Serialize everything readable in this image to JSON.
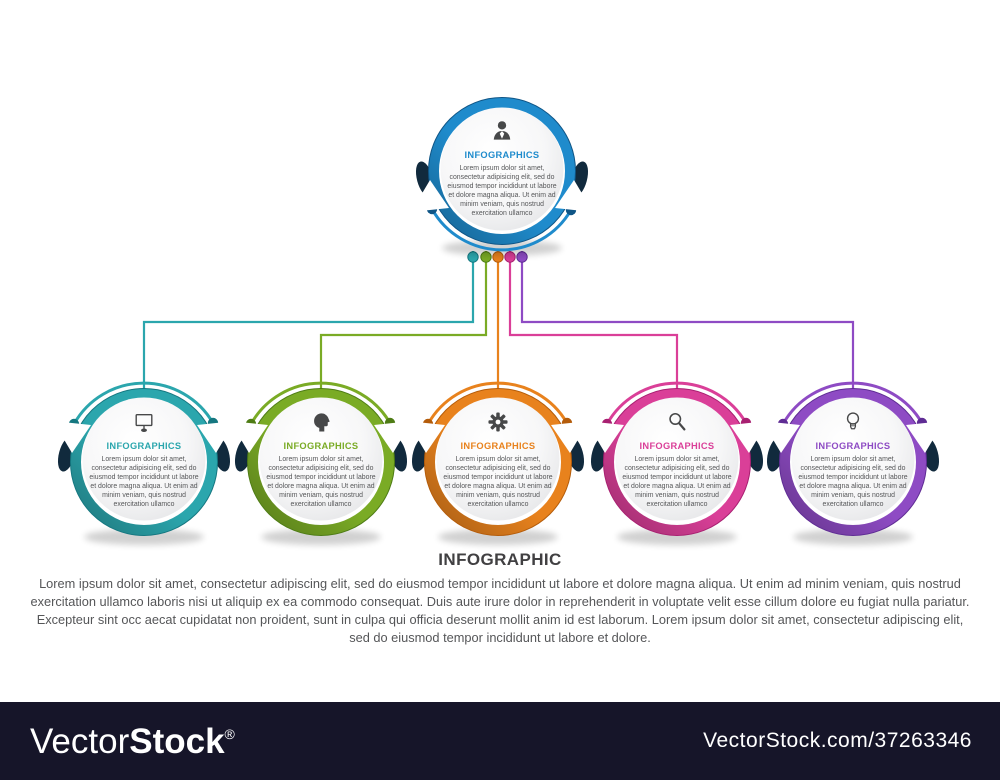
{
  "palette": {
    "ribbon": "#112a3d",
    "icon": "#474849",
    "bar_bg": "#161529",
    "body_text": "#565759",
    "footer_text": "#555658",
    "heading_text": "#414042"
  },
  "top_node": {
    "title": "INFOGRAPHICS",
    "body": "Lorem ipsum dolor sit amet, consectetur adipisicing elit, sed do eiusmod tempor incididunt ut labore et dolore magna aliqua. Ut enim ad minim veniam, quis nostrud exercitation ullamco",
    "color": "#1f8bcc",
    "color_dark": "#0f5586",
    "icon": "user-icon"
  },
  "nodes": [
    {
      "title": "INFOGRAPHICS",
      "body": "Lorem ipsum dolor sit amet, consectetur adipisicing elit, sed do eiusmod tempor incididunt ut labore et dolore magna aliqua. Ut enim ad minim veniam, quis nostrud exercitation ullamco",
      "color": "#2ba6ad",
      "color_dark": "#157780",
      "icon": "monitor-icon"
    },
    {
      "title": "INFOGRAPHICS",
      "body": "Lorem ipsum dolor sit amet, consectetur adipisicing elit, sed do eiusmod tempor incididunt ut labore et dolore magna aliqua. Ut enim ad minim veniam, quis nostrud exercitation ullamco",
      "color": "#7aab25",
      "color_dark": "#4e7c15",
      "icon": "profile-head-icon"
    },
    {
      "title": "INFOGRAPHICS",
      "body": "Lorem ipsum dolor sit amet, consectetur adipisicing elit, sed do eiusmod tempor incididunt ut labore et dolore magna aliqua. Ut enim ad minim veniam, quis nostrud exercitation ullamco",
      "color": "#e8821d",
      "color_dark": "#b45c0a",
      "icon": "gear-icon"
    },
    {
      "title": "INFOGRAPHICS",
      "body": "Lorem ipsum dolor sit amet, consectetur adipisicing elit, sed do eiusmod tempor incididunt ut labore et dolore magna aliqua. Ut enim ad minim veniam, quis nostrud exercitation ullamco",
      "color": "#da3f98",
      "color_dark": "#a82071",
      "icon": "search-icon"
    },
    {
      "title": "INFOGRAPHICS",
      "body": "Lorem ipsum dolor sit amet, consectetur adipisicing elit, sed do eiusmod tempor incididunt ut labore et dolore magna aliqua. Ut enim ad minim veniam, quis nostrud exercitation ullamco",
      "color": "#8e4bc4",
      "color_dark": "#5f2c94",
      "icon": "lightbulb-icon"
    }
  ],
  "footer": {
    "heading": "INFOGRAPHIC",
    "paragraph": "Lorem ipsum dolor sit amet, consectetur adipiscing elit, sed do eiusmod tempor incididunt ut labore et dolore magna aliqua. Ut enim ad minim veniam, quis nostrud exercitation ullamco laboris nisi ut aliquip ex ea commodo consequat. Duis aute irure dolor in reprehenderit in voluptate velit esse cillum dolore eu fugiat nulla pariatur. Excepteur sint occ aecat cupidatat non proident, sunt in culpa qui officia deserunt mollit anim id est laborum.  Lorem ipsum dolor sit amet, consectetur adipiscing elit, sed do eiusmod tempor incididunt ut labore et dolore."
  },
  "watermark": {
    "brand_light": "Vector",
    "brand_bold": "Stock",
    "registered": "®",
    "site_ref": "VectorStock.com/37263346"
  }
}
